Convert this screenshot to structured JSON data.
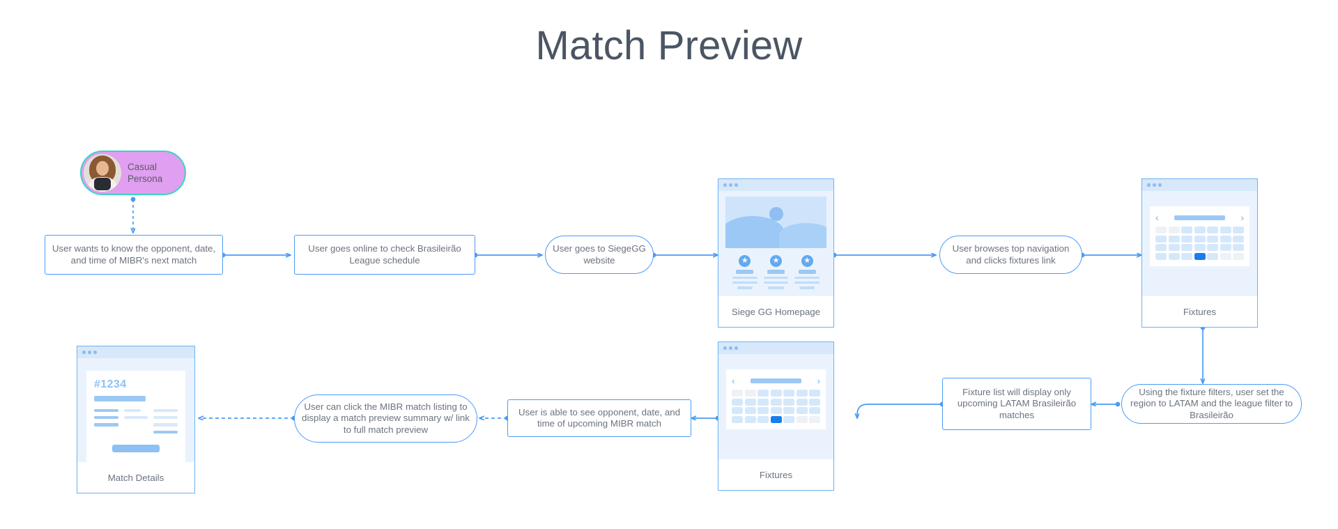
{
  "page": {
    "title": "Match Preview"
  },
  "persona": {
    "name": "persona-casual",
    "label": "Casual\nPersona",
    "label_line1": "Casual",
    "label_line2": "Persona",
    "fill_color": "#e09ff0",
    "border_color": "#38d6c0",
    "avatar_alt": "persona-avatar-photo"
  },
  "colors": {
    "node_border": "#4a9bf5",
    "node_text": "#6b7280",
    "connector": "#4a9bf5",
    "mock_border": "#6cb2f0",
    "mock_body": "#eaf3fd",
    "mock_titlebar": "#d7e8fa",
    "calendar_selected": "#1a7ced",
    "title_text": "#4b5563"
  },
  "flow": {
    "nodes": [
      {
        "id": "n1",
        "shape": "rect",
        "text": "User wants to know the opponent, date, and time of MIBR's next match"
      },
      {
        "id": "n2",
        "shape": "rect",
        "text": "User goes online to check Brasileirão League schedule"
      },
      {
        "id": "n3",
        "shape": "oval",
        "text": "User goes to SiegeGG website"
      },
      {
        "id": "n4",
        "shape": "oval",
        "text": "User browses top navigation and clicks fixtures link"
      },
      {
        "id": "n5",
        "shape": "oval",
        "text": "Using the fixture filters, user set the region to LATAM and the league filter to Brasileirão"
      },
      {
        "id": "n6",
        "shape": "rect",
        "text": "Fixture list will display only upcoming LATAM Brasileirão matches"
      },
      {
        "id": "n7",
        "shape": "rect",
        "text": "User is able to see opponent, date, and time of upcoming MIBR match"
      },
      {
        "id": "n8",
        "shape": "oval",
        "text": "User can click the MIBR match listing to display a match preview summary w/ link to full match preview"
      }
    ]
  },
  "mockups": {
    "homepage": {
      "caption": "Siege GG Homepage",
      "hero_alt": "hero-landscape-placeholder",
      "feature_icon": "★",
      "feature_count": 3
    },
    "fixtures_top": {
      "caption": "Fixtures",
      "prev_icon": "‹",
      "next_icon": "›",
      "grid_rows": 4,
      "grid_cols": 7,
      "selected_index": 24
    },
    "fixtures_bottom": {
      "caption": "Fixtures",
      "prev_icon": "‹",
      "next_icon": "›",
      "grid_rows": 4,
      "grid_cols": 7,
      "selected_index": 24
    },
    "match_details": {
      "caption": "Match Details",
      "id_label": "#1234"
    }
  },
  "connectors": [
    {
      "from": "persona",
      "to": "n1",
      "style": "dashed"
    },
    {
      "from": "n1",
      "to": "n2",
      "style": "solid"
    },
    {
      "from": "n2",
      "to": "n3",
      "style": "solid"
    },
    {
      "from": "n3",
      "to": "homepage",
      "style": "solid"
    },
    {
      "from": "homepage",
      "to": "n4",
      "style": "solid"
    },
    {
      "from": "n4",
      "to": "fixtures_top",
      "style": "solid"
    },
    {
      "from": "fixtures_top",
      "to": "n5",
      "style": "solid"
    },
    {
      "from": "n5",
      "to": "n6",
      "style": "solid"
    },
    {
      "from": "n6",
      "to": "fixtures_bottom",
      "style": "solid"
    },
    {
      "from": "fixtures_bottom",
      "to": "n7",
      "style": "solid"
    },
    {
      "from": "n7",
      "to": "n8",
      "style": "dashed"
    },
    {
      "from": "n8",
      "to": "match_details",
      "style": "dashed"
    }
  ]
}
